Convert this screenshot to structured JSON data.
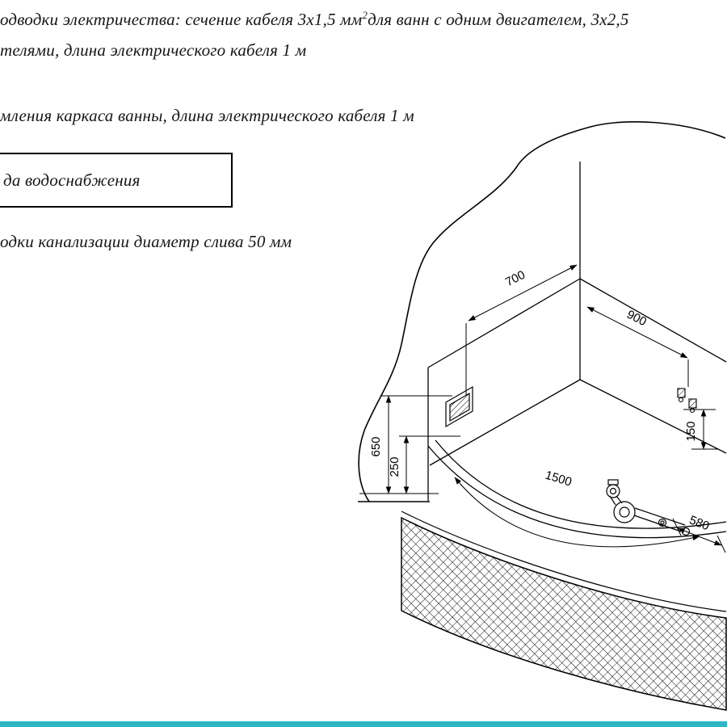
{
  "notes": {
    "electrical_pre": "одводки электричества: сечение кабеля 3х1,5 мм",
    "electrical_sup": "2",
    "electrical_post": "для ванн с одним двигателем, 3х2,5",
    "electrical_line2": "телями, длина электрического кабеля 1 м",
    "frame_note": "мления каркаса ванны, длина электрического кабеля 1 м",
    "water_box_label": "да водоснабжения",
    "drain_note": "одки канализации диаметр слива 50 мм"
  },
  "drawing": {
    "dims": {
      "left_wall": "700",
      "right_wall": "900",
      "outlet_height": "650",
      "inner_height": "250",
      "supply_spacing": "150",
      "front_length": "1500",
      "drain_offset": "580"
    }
  },
  "colors": {
    "accent_bar": "#2db6c4",
    "line": "#000000",
    "background": "#ffffff"
  }
}
